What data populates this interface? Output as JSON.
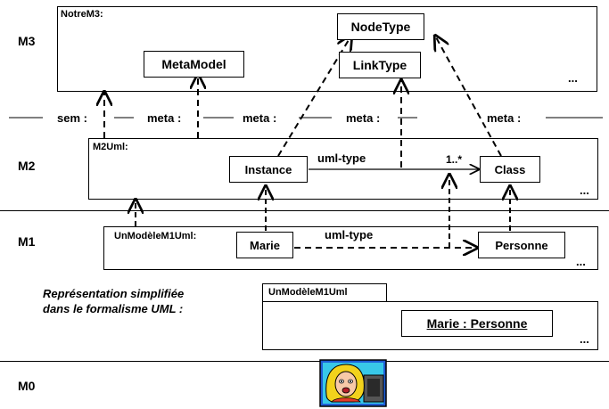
{
  "levels": {
    "m3": "M3",
    "m2": "M2",
    "m1": "M1",
    "m0": "M0"
  },
  "m3": {
    "package_title": "NotreM3:",
    "classes": {
      "nodetype": "NodeType",
      "linktype": "LinkType",
      "metamodel": "MetaModel"
    },
    "ellipsis": "..."
  },
  "m2": {
    "package_title": "M2Uml:",
    "classes": {
      "instance": "Instance",
      "class": "Class"
    },
    "link_label": "uml-type",
    "multiplicity": "1..*",
    "ellipsis": "..."
  },
  "m1": {
    "package_title": "UnModèleM1Uml:",
    "classes": {
      "marie": "Marie",
      "personne": "Personne"
    },
    "link_label": "uml-type",
    "ellipsis": "..."
  },
  "separator_labels": [
    "sem :",
    "meta :",
    "meta :",
    "meta :",
    "meta :"
  ],
  "simplified": {
    "caption_line1": "Représentation simplifiée",
    "caption_line2": "dans le formalisme UML :",
    "package_tab": "UnModèleM1Uml",
    "object": "Marie : Personne",
    "ellipsis": "..."
  }
}
